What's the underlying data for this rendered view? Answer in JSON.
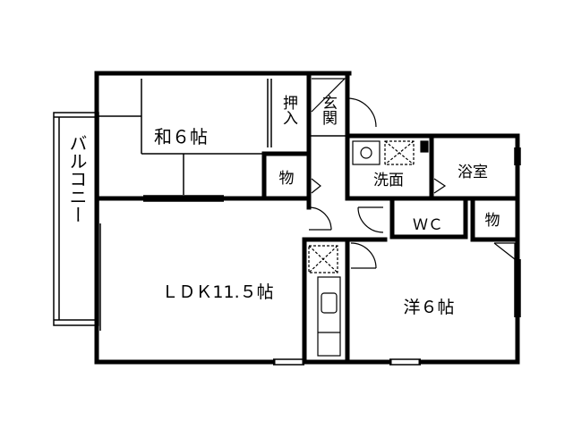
{
  "rooms": {
    "washitsu": "和６帖",
    "oshiire": "押入",
    "genkan": "玄関",
    "mono1": "物",
    "senmen": "洗面",
    "yokushitsu": "浴室",
    "wc": "ＷＣ",
    "mono2": "物",
    "ldk": "ＬＤＫ11.５帖",
    "youshitsu": "洋６帖",
    "balcony": "バルコニー"
  }
}
